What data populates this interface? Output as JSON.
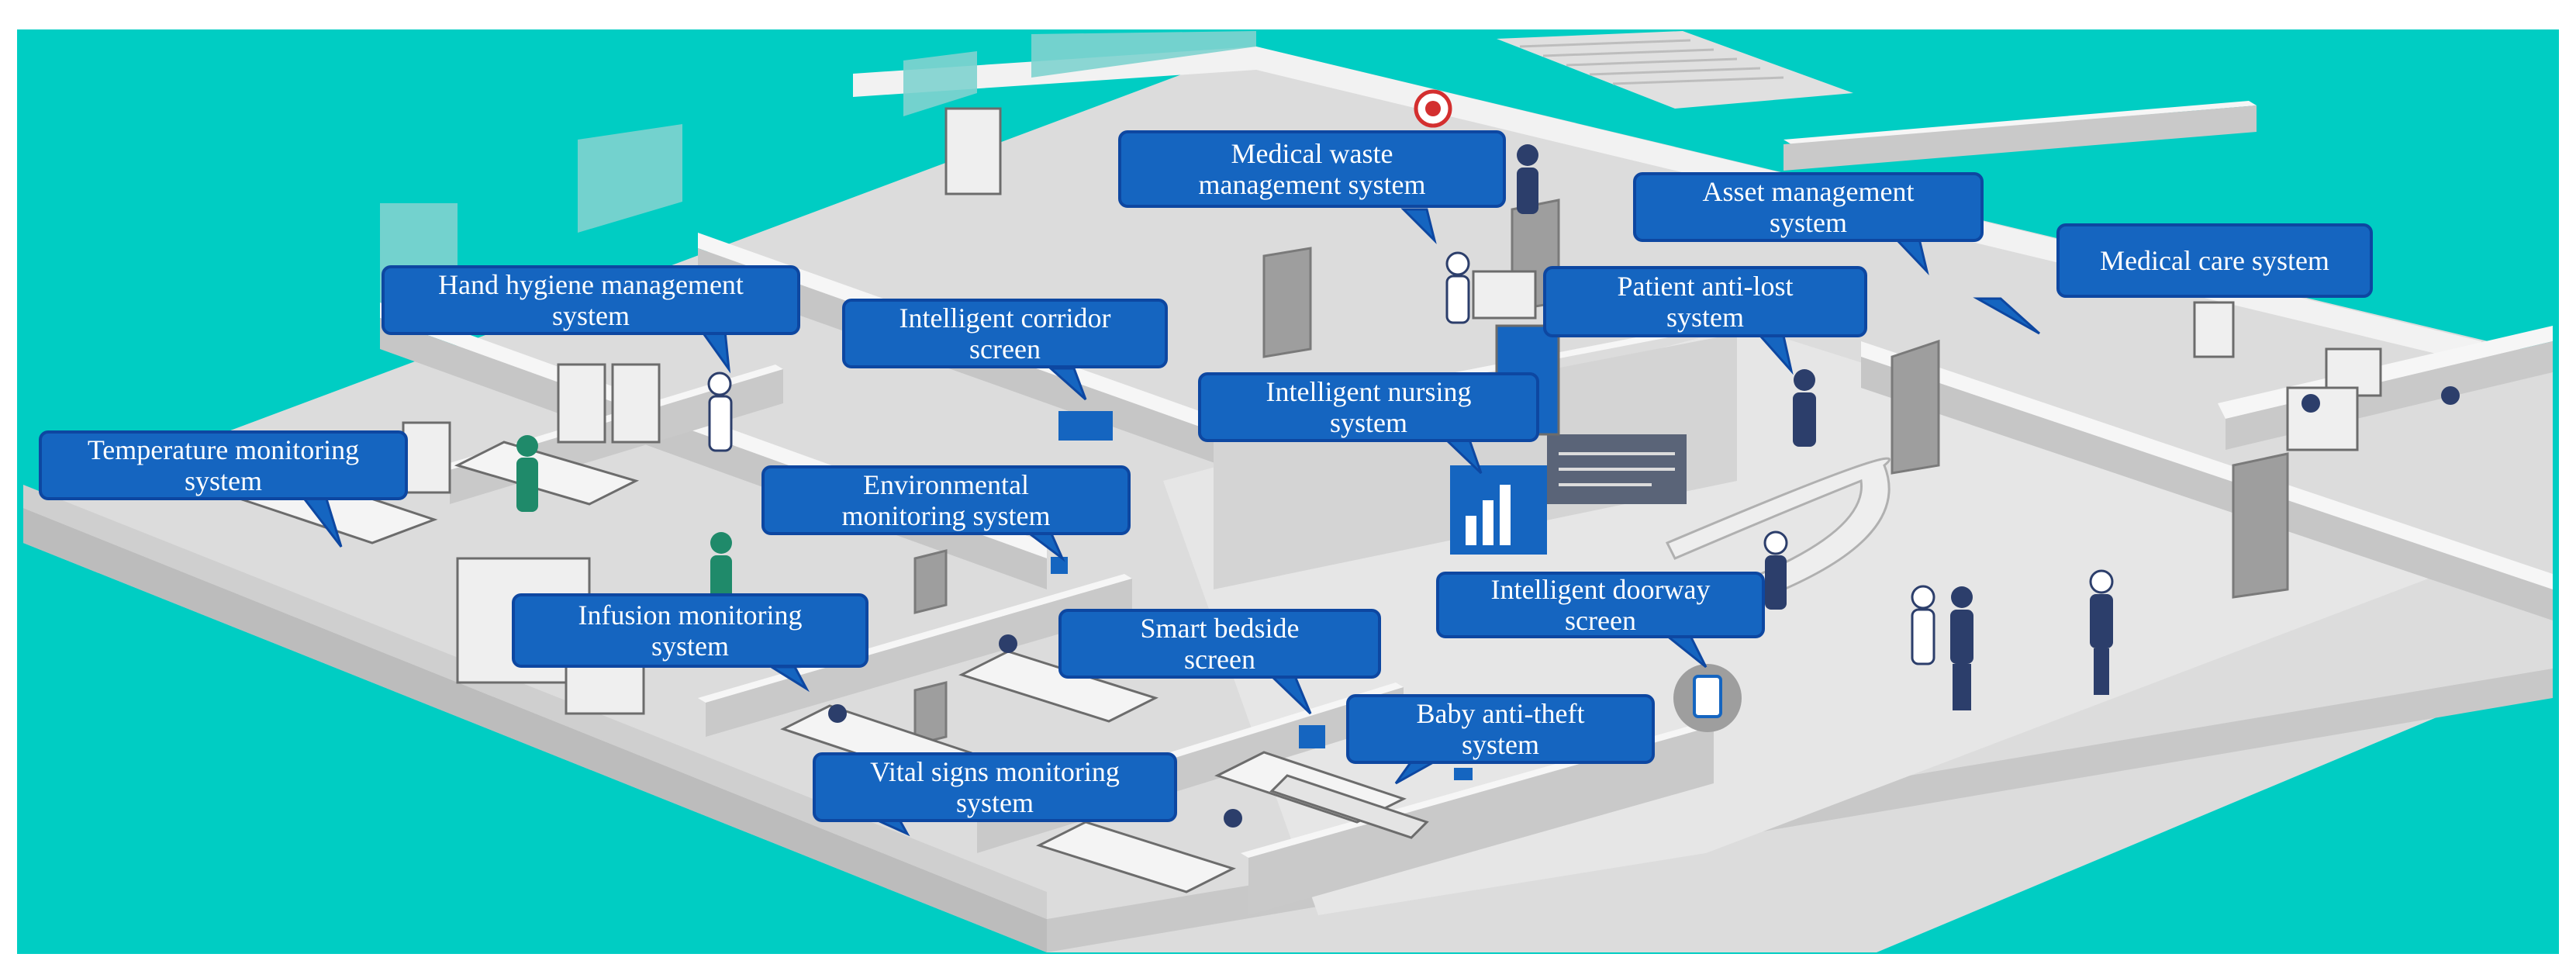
{
  "colors": {
    "background": "#00cdc3",
    "floor": "#dcdcdc",
    "wall_top": "#f4f4f4",
    "wall_side": "#c4c4c4",
    "glass": "#7fd3cf",
    "callout_fill": "#1565c0",
    "callout_border": "#0d47a1",
    "callout_text": "#ffffff",
    "figure": "#2c3e6b",
    "staff_green": "#1f8a6a"
  },
  "callouts": [
    {
      "id": "temperature",
      "text": "Temperature monitoring\nsystem"
    },
    {
      "id": "hand-hygiene",
      "text": "Hand hygiene management\nsystem"
    },
    {
      "id": "corridor",
      "text": "Intelligent corridor\nscreen"
    },
    {
      "id": "medical-waste",
      "text": "Medical waste\nmanagement system"
    },
    {
      "id": "asset",
      "text": "Asset management\nsystem"
    },
    {
      "id": "medical-care",
      "text": "Medical care system"
    },
    {
      "id": "anti-lost",
      "text": "Patient anti-lost\nsystem"
    },
    {
      "id": "nursing",
      "text": "Intelligent nursing\nsystem"
    },
    {
      "id": "environmental",
      "text": "Environmental\nmonitoring system"
    },
    {
      "id": "infusion",
      "text": "Infusion monitoring\nsystem"
    },
    {
      "id": "smart-bedside",
      "text": "Smart bedside\nscreen"
    },
    {
      "id": "doorway",
      "text": "Intelligent doorway\nscreen"
    },
    {
      "id": "baby",
      "text": "Baby anti-theft\nsystem"
    },
    {
      "id": "vital-signs",
      "text": "Vital signs monitoring\nsystem"
    }
  ]
}
